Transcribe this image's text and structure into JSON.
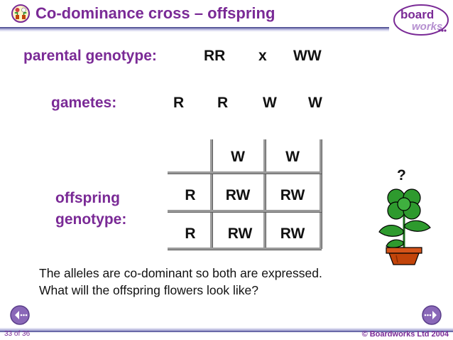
{
  "header": {
    "title": "Co-dominance cross – offspring",
    "logo_top": "board",
    "logo_bottom": "works"
  },
  "cross": {
    "parental_label": "parental genotype:",
    "parent1": "RR",
    "cross_symbol": "x",
    "parent2": "WW",
    "gametes_label": "gametes:",
    "gametes": [
      "R",
      "R",
      "W",
      "W"
    ]
  },
  "punnett": {
    "offspring_label": "offspring genotype:",
    "col_headers": [
      "W",
      "W"
    ],
    "rows": [
      {
        "header": "R",
        "cells": [
          "RW",
          "RW"
        ]
      },
      {
        "header": "R",
        "cells": [
          "RW",
          "RW"
        ]
      }
    ]
  },
  "note": {
    "line1": "The alleles are co-dominant so both are expressed.",
    "line2": "What will the offspring flowers look like?"
  },
  "question_mark": "?",
  "footer": {
    "page": "33 of 36",
    "copyright": "© Boardworks Ltd 2004"
  },
  "icons": {
    "title_icon": "plants-icon",
    "prev": "back-arrow-icon",
    "next": "forward-arrow-icon",
    "plant": "flower-pot-icon"
  },
  "colors": {
    "accent": "#7a2a96",
    "nav": "#8a68b8",
    "leaf": "#2e9a2e",
    "pot": "#c2440a"
  }
}
